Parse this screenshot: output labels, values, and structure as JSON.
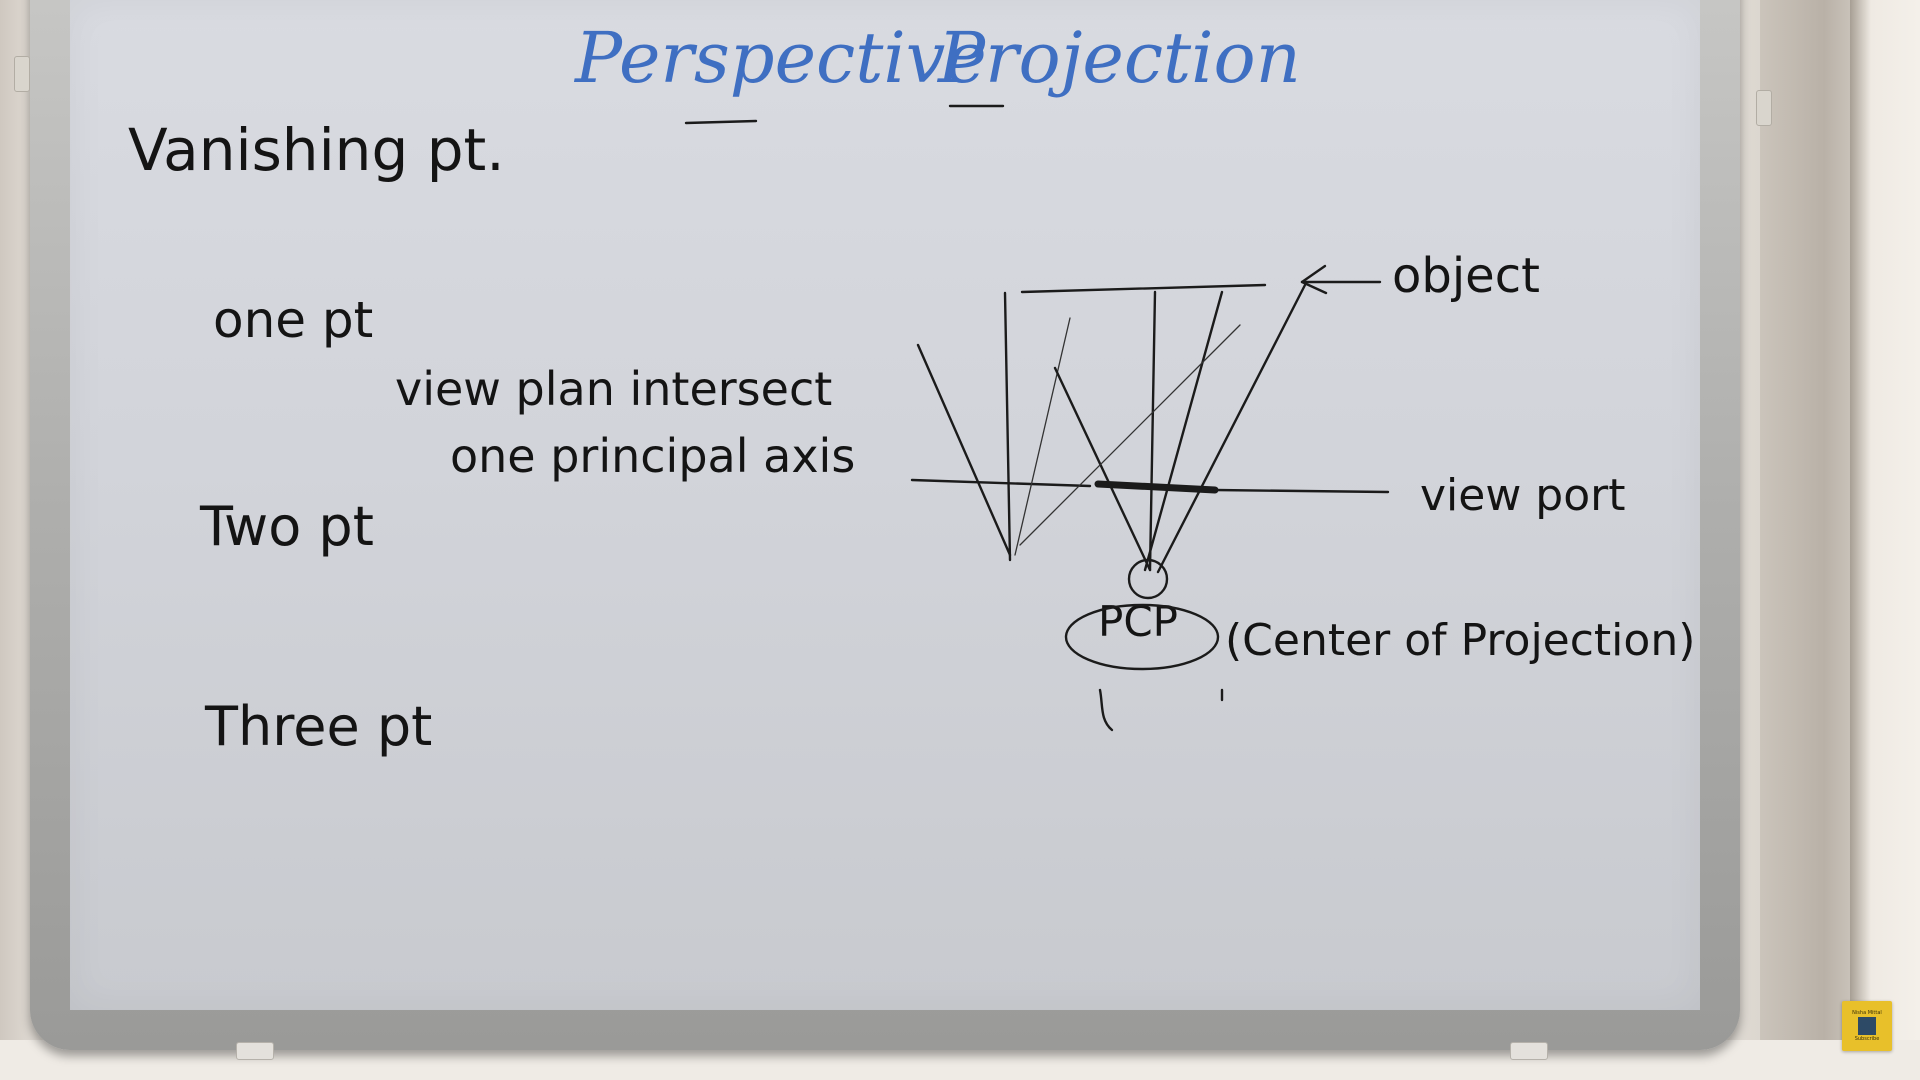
{
  "board": {
    "title_word1": "Perspective",
    "title_word2": "Projection",
    "heading": "Vanishing pt.",
    "one_pt": "one  pt",
    "one_pt_line1": "view plan intersect",
    "one_pt_line2": "one principal axis",
    "two_pt": "Two  pt",
    "three_pt": "Three  pt"
  },
  "diagram": {
    "object_label": "object",
    "view_port_label": "view port",
    "pcp_label": "PCP",
    "center_label": "(Center of Projection)"
  },
  "channel_badge": {
    "name": "Nisha Mittal",
    "action": "Subscribe"
  },
  "colors": {
    "board": "#d2d4da",
    "title_ink": "#3f6fc2",
    "marker_ink": "#1b1b1b",
    "badge": "#e8c02a"
  }
}
